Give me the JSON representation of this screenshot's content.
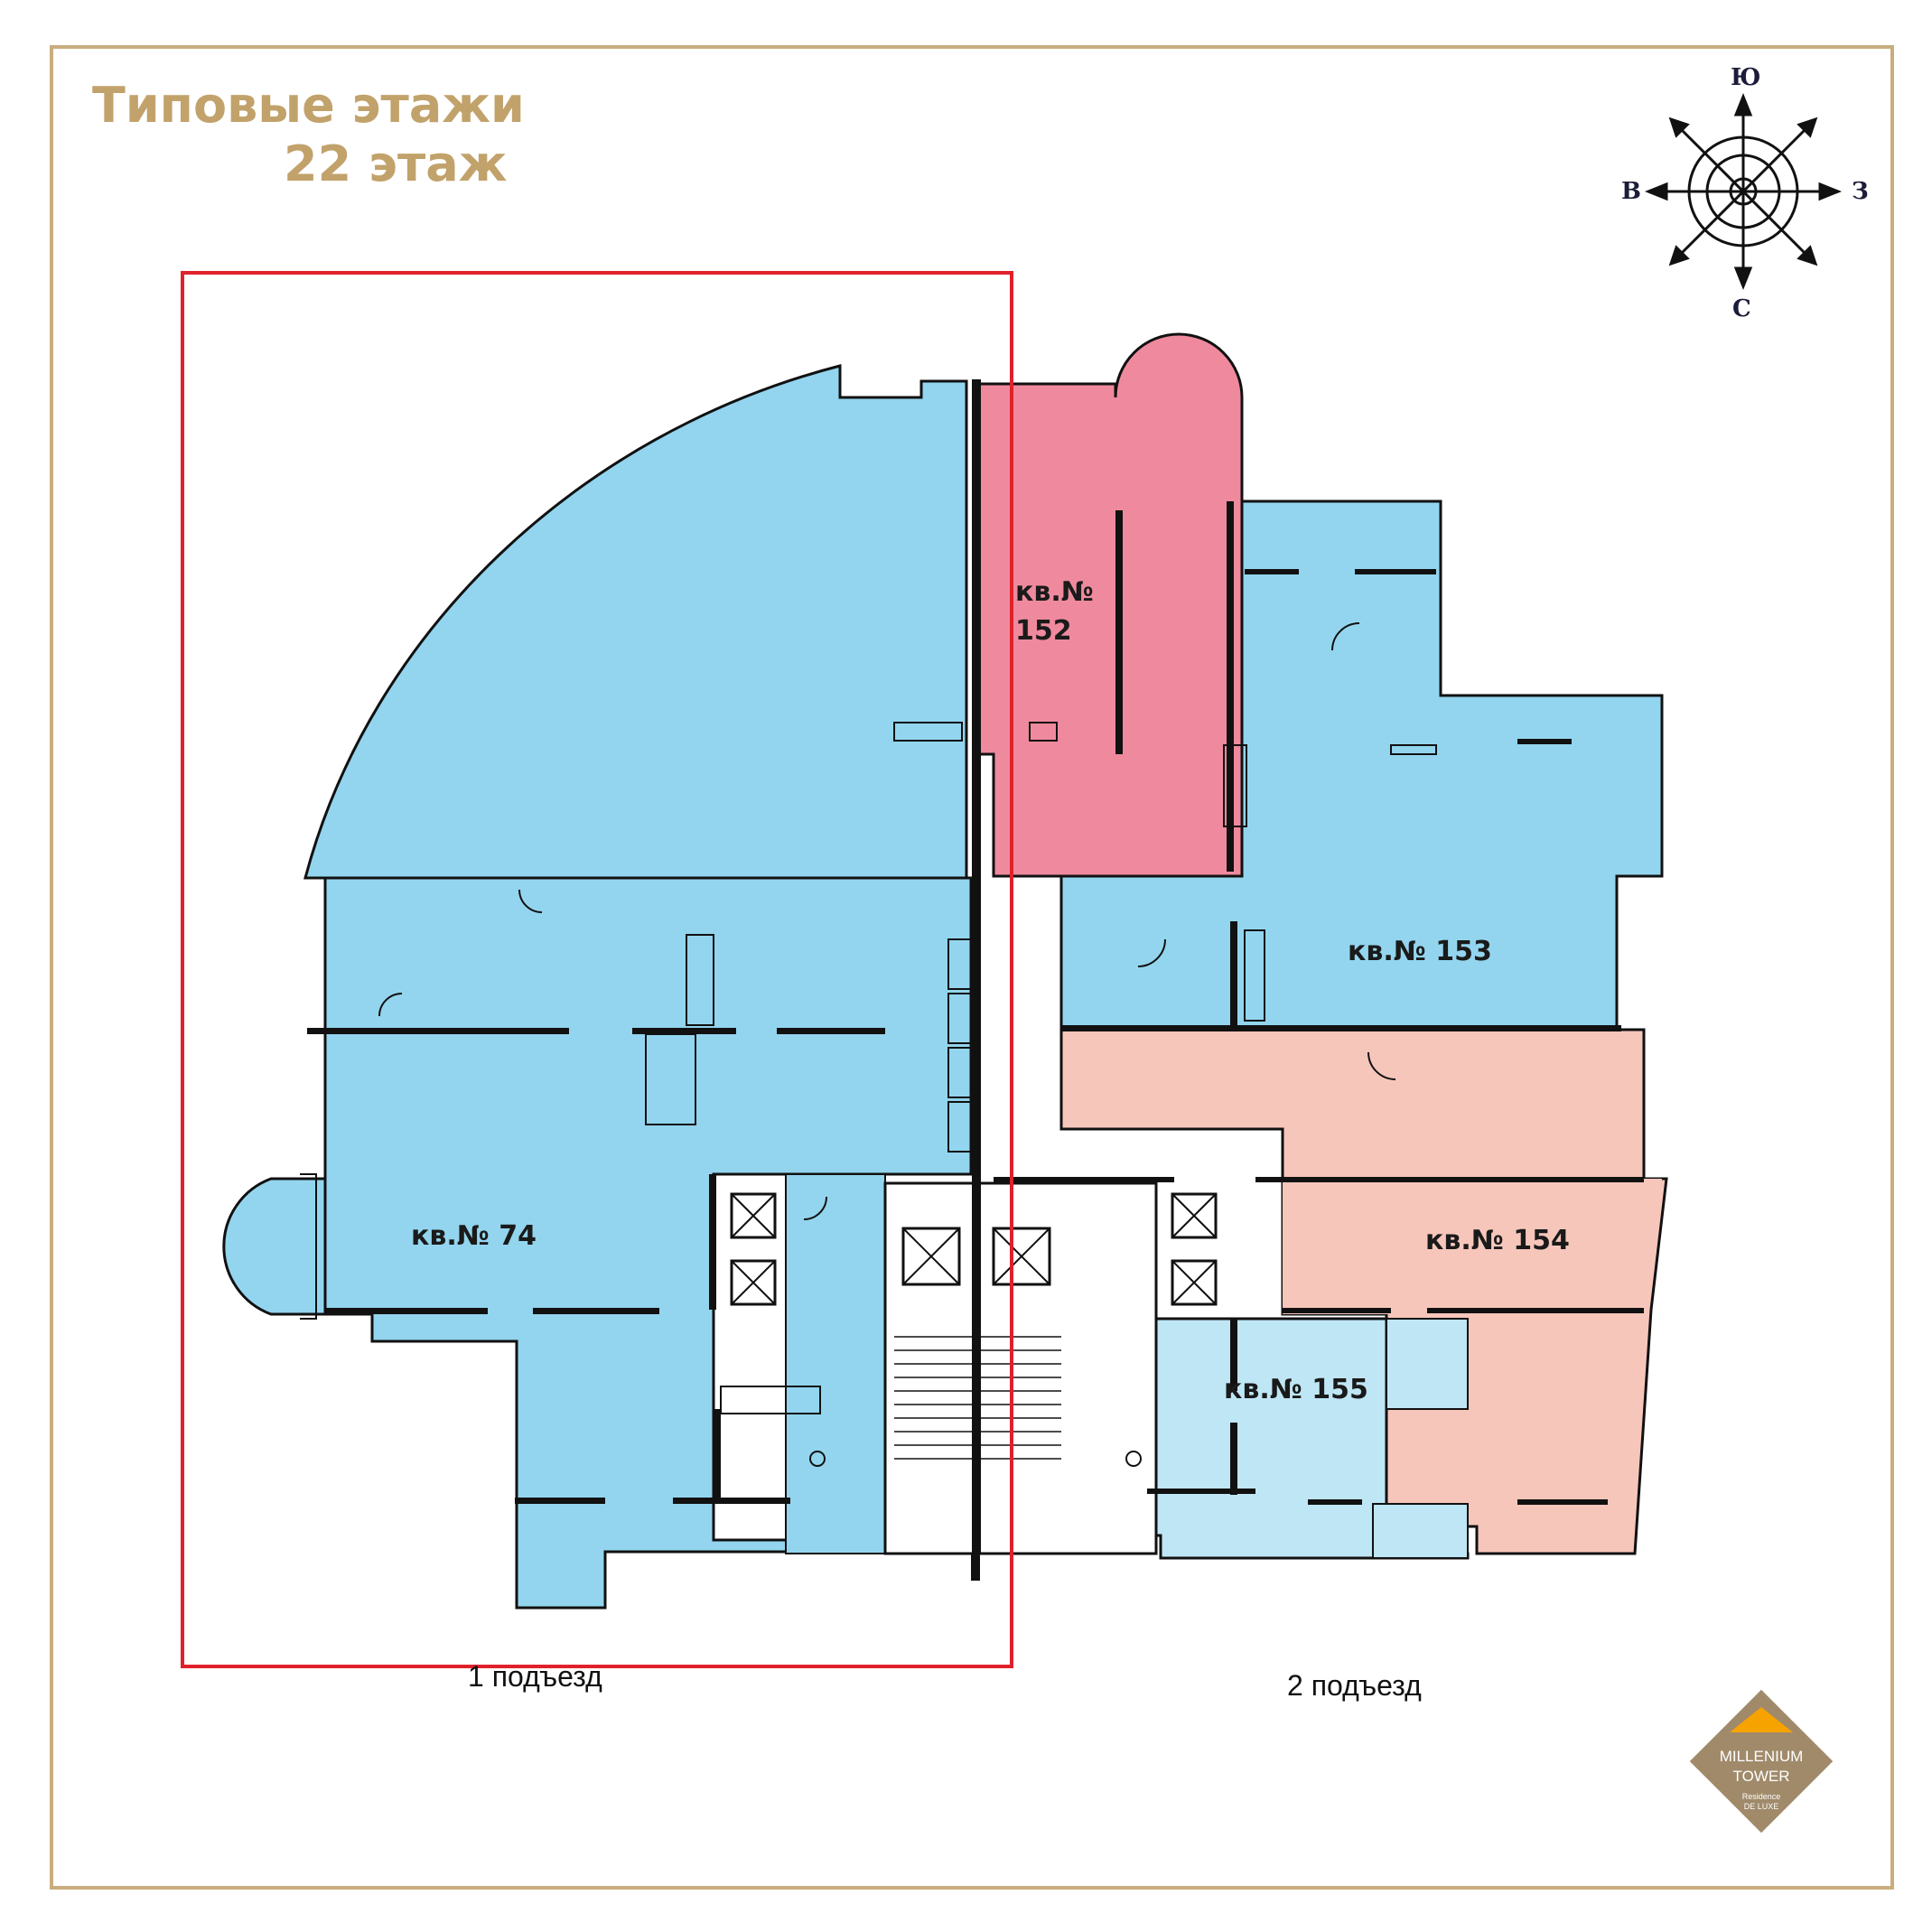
{
  "header": {
    "title_line1": "Типовые этажи",
    "title_line2": "22 этаж"
  },
  "compass": {
    "south": "Ю",
    "north": "С",
    "east": "В",
    "west": "З"
  },
  "apartments": {
    "apt_152_line1": "кв.№",
    "apt_152_line2": "152",
    "apt_153": "кв.№ 153",
    "apt_74": "кв.№ 74",
    "apt_154": "кв.№ 154",
    "apt_155": "кв.№ 155"
  },
  "entrances": {
    "first": "1 подъезд",
    "second": "2 подъезд"
  },
  "logo": {
    "line1": "MILLENIUM",
    "line2": "TOWER",
    "tagline1": "Residence",
    "tagline2": "DE LUXE"
  },
  "colors": {
    "frame": "#c9ad7d",
    "title": "#c2a26b",
    "blue": "#93d5ee",
    "light_blue": "#bfe6f5",
    "pink": "#ef8a9e",
    "salmon": "#f7c6bb",
    "highlight": "#e0202a",
    "logo_bg": "#a08a6a",
    "logo_roof": "#f6a300"
  }
}
